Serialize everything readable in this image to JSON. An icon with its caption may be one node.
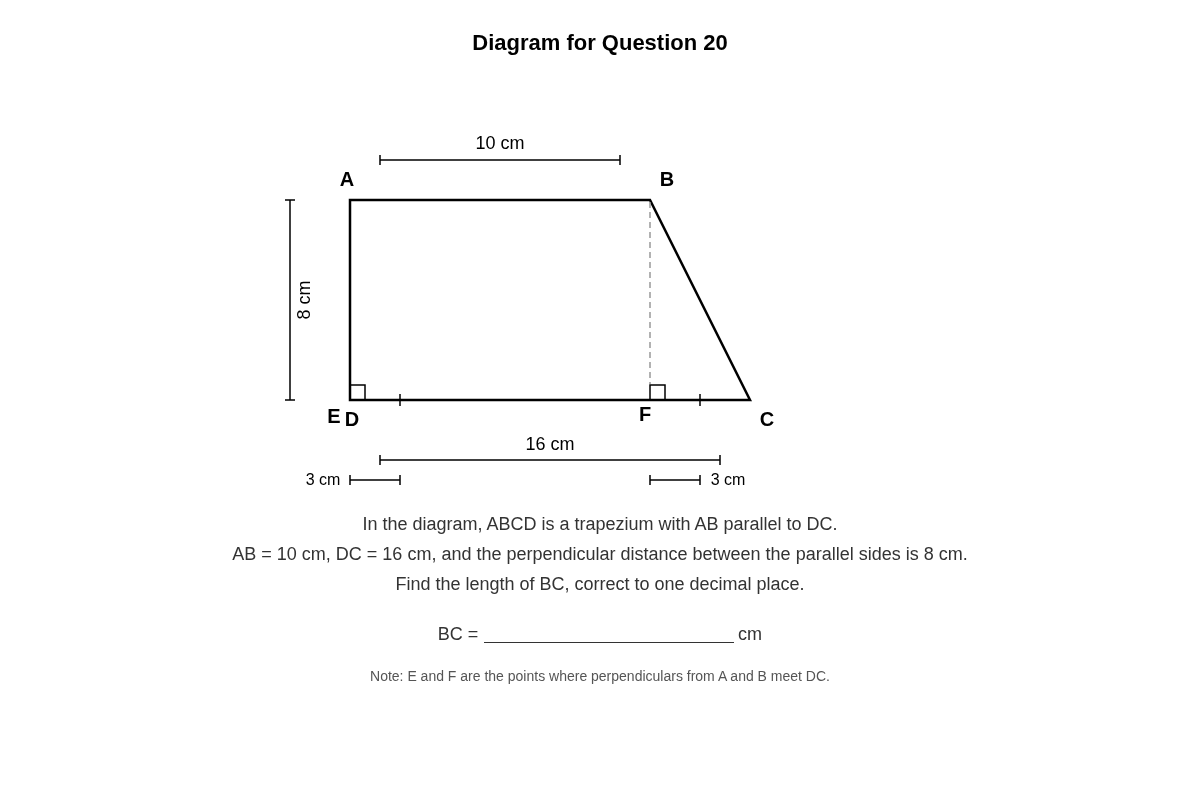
{
  "diagram": {
    "title": "Diagram for Question 20",
    "labels": [
      "A",
      "B",
      "E",
      "D",
      "F",
      "C",
      "10 cm",
      "8 cm",
      "16 cm",
      "3 cm",
      "3 cm",
      "In the diagram, ABCD is a trapezium with AB parallel to DC.",
      "AB = 10 cm, DC = 16 cm, and the perpendicular distance between the parallel sides is 8 cm.",
      "Find the length of BC, correct to one decimal place.",
      "BC =",
      "cm",
      "Note: E and F are the points where perpendiculars from A and B meet DC."
    ]
  }
}
